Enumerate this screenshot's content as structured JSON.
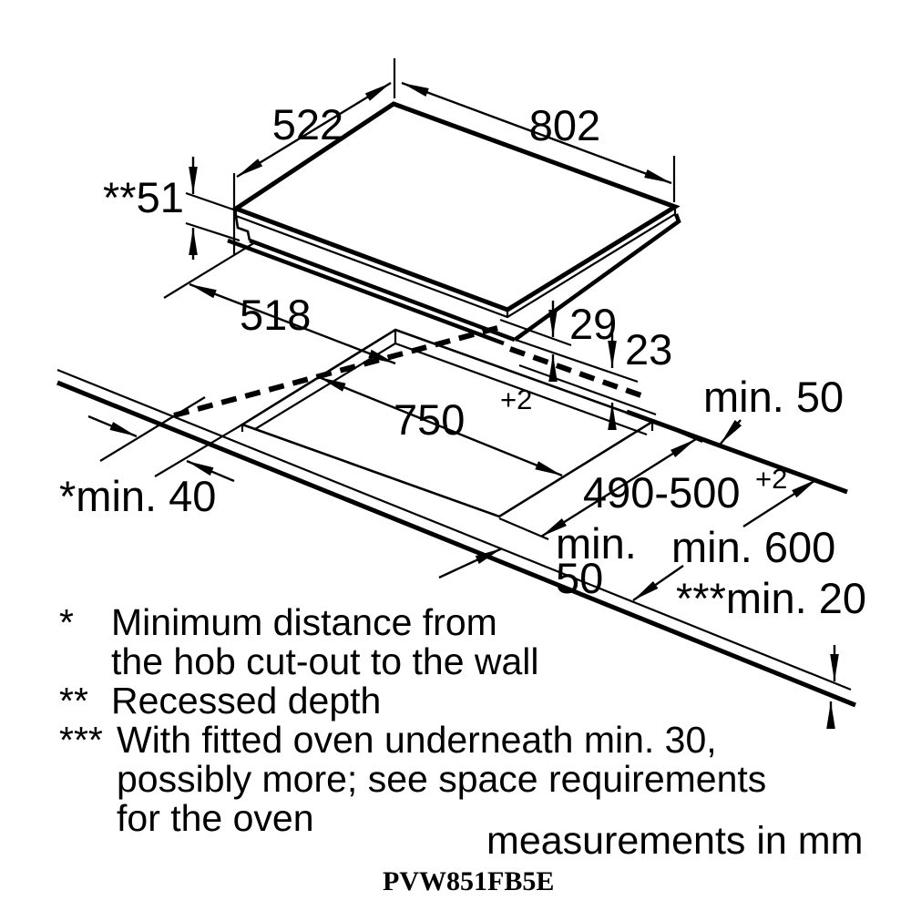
{
  "page": {
    "background": "#ffffff",
    "line_color": "#000000"
  },
  "diagram": {
    "labels": {
      "hob_depth": "522",
      "hob_width": "802",
      "recessed_depth": "**51",
      "appliance_body_depth": "518",
      "rear_overhang": "29",
      "rear_ledge": "23",
      "rear_wall_clearance": "min. 50",
      "cutout_width": "750",
      "cutout_width_tolerance": "+2",
      "cutout_depth": "490-500",
      "cutout_depth_tolerance": "+2",
      "front_clearance_line1": "min.",
      "front_clearance_line2": "50",
      "worktop_depth": "min. 600",
      "oven_clearance": "***min. 20",
      "side_wall_clearance": "*min. 40"
    },
    "footnotes": [
      {
        "marker": "*",
        "lines": [
          "Minimum distance from",
          "the hob cut-out to the wall"
        ]
      },
      {
        "marker": "**",
        "lines": [
          "Recessed depth"
        ]
      },
      {
        "marker": "***",
        "lines": [
          "With fitted oven underneath min. 30,",
          "possibly more; see space requirements",
          "for the oven"
        ]
      }
    ],
    "units_note": "measurements in mm",
    "model_number": "PVW851FB5E"
  }
}
